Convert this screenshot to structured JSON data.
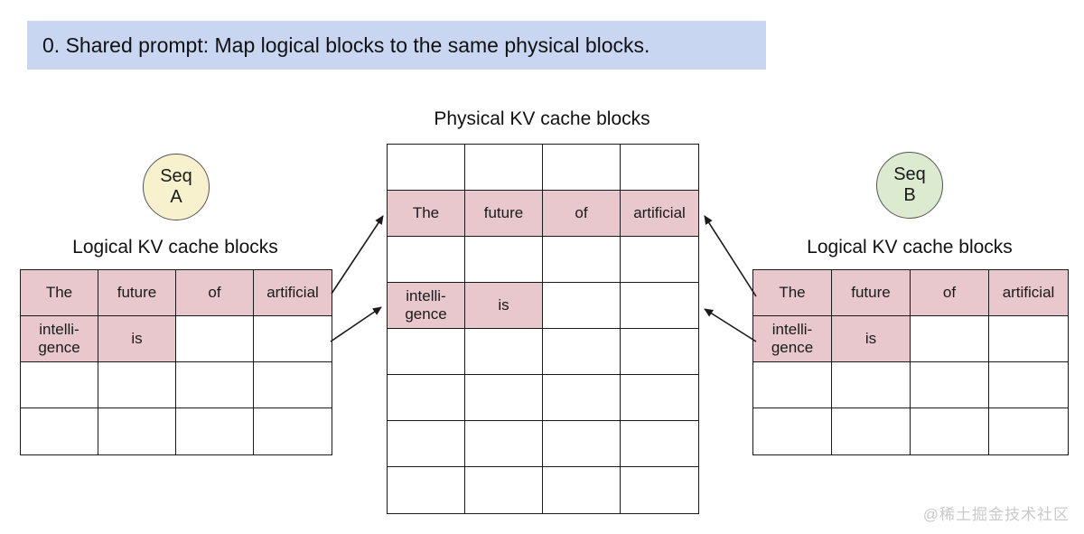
{
  "title": "0. Shared prompt: Map logical blocks to the same physical blocks.",
  "colors": {
    "title_bg": "#c9d6f2",
    "cell_highlight": "#e9c8cd",
    "seq_a_bg": "#f7f2cd",
    "seq_b_bg": "#dcead0",
    "watermark": "#c9c9c9"
  },
  "physical_table": {
    "label": "Physical KV cache blocks",
    "rows": 8,
    "cols": 4,
    "cells": [
      {
        "r": 1,
        "c": 0,
        "text": "The",
        "highlight": true
      },
      {
        "r": 1,
        "c": 1,
        "text": "future",
        "highlight": true
      },
      {
        "r": 1,
        "c": 2,
        "text": "of",
        "highlight": true
      },
      {
        "r": 1,
        "c": 3,
        "text": "artificial",
        "highlight": true
      },
      {
        "r": 3,
        "c": 0,
        "text": "intelli-\ngence",
        "highlight": true
      },
      {
        "r": 3,
        "c": 1,
        "text": "is",
        "highlight": true
      }
    ]
  },
  "seq_a": {
    "badge": "Seq\nA",
    "table_label": "Logical KV cache blocks",
    "table": {
      "rows": 4,
      "cols": 4,
      "cells": [
        {
          "r": 0,
          "c": 0,
          "text": "The",
          "highlight": true
        },
        {
          "r": 0,
          "c": 1,
          "text": "future",
          "highlight": true
        },
        {
          "r": 0,
          "c": 2,
          "text": "of",
          "highlight": true
        },
        {
          "r": 0,
          "c": 3,
          "text": "artificial",
          "highlight": true
        },
        {
          "r": 1,
          "c": 0,
          "text": "intelli-\ngence",
          "highlight": true
        },
        {
          "r": 1,
          "c": 1,
          "text": "is",
          "highlight": true
        }
      ]
    }
  },
  "seq_b": {
    "badge": "Seq\nB",
    "table_label": "Logical KV cache blocks",
    "table": {
      "rows": 4,
      "cols": 4,
      "cells": [
        {
          "r": 0,
          "c": 0,
          "text": "The",
          "highlight": true
        },
        {
          "r": 0,
          "c": 1,
          "text": "future",
          "highlight": true
        },
        {
          "r": 0,
          "c": 2,
          "text": "of",
          "highlight": true
        },
        {
          "r": 0,
          "c": 3,
          "text": "artificial",
          "highlight": true
        },
        {
          "r": 1,
          "c": 0,
          "text": "intelli-\ngence",
          "highlight": true
        },
        {
          "r": 1,
          "c": 1,
          "text": "is",
          "highlight": true
        }
      ]
    }
  },
  "watermark": "@稀土掘金技术社区"
}
